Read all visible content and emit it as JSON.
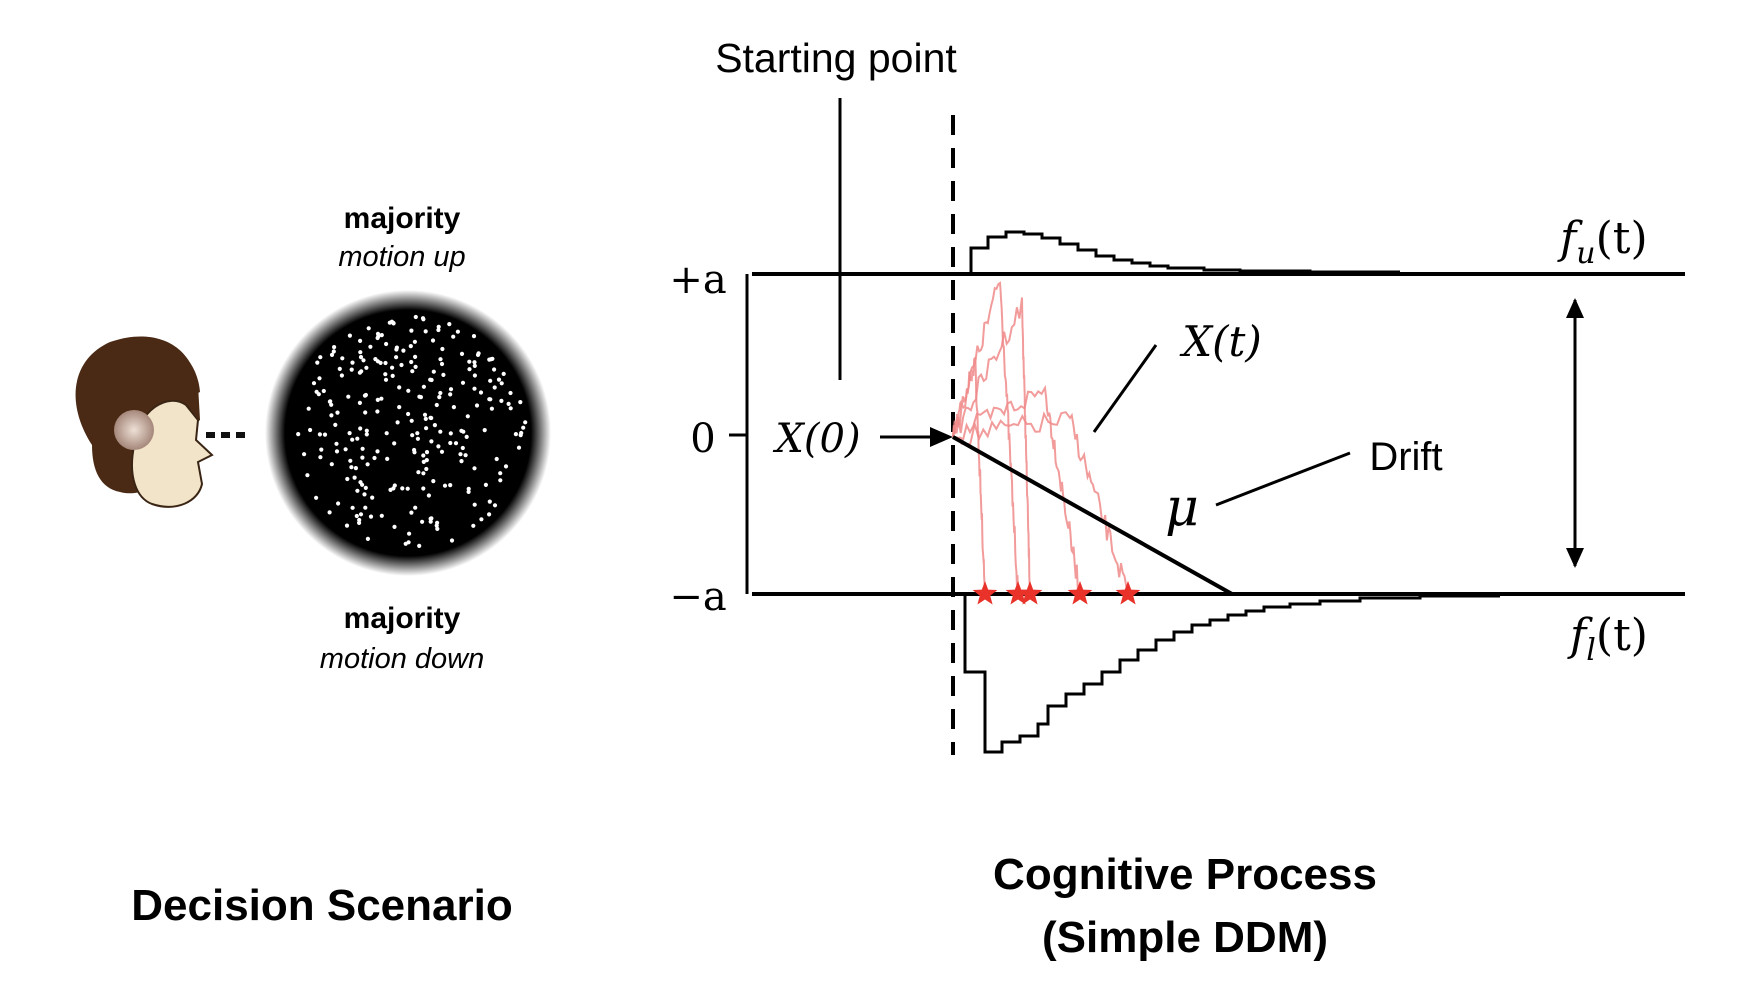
{
  "left_panel": {
    "label_top_bold": "majority",
    "label_top_italic": "motion up",
    "label_bottom_bold": "majority",
    "label_bottom_italic": "motion down",
    "caption": "Decision Scenario"
  },
  "right_panel": {
    "starting_point_label": "Starting point",
    "upper_bound_label": "+a",
    "lower_bound_label": "−a",
    "zero_label": "0",
    "x0_label": "X(0)",
    "xt_label": "X(t)",
    "drift_label": "Drift",
    "mu_label": "μ",
    "fu_label": "f",
    "fu_sub": "u",
    "fu_arg": "(t)",
    "fl_label": "f",
    "fl_sub": "l",
    "fl_arg": "(t)",
    "caption_line1": "Cognitive Process",
    "caption_line2": "(Simple DDM)"
  },
  "colors": {
    "ink": "#000000",
    "trace": "#f08a8a",
    "star": "#e8322a",
    "skin": "#f2e4c8",
    "hair": "#4a2a14"
  }
}
